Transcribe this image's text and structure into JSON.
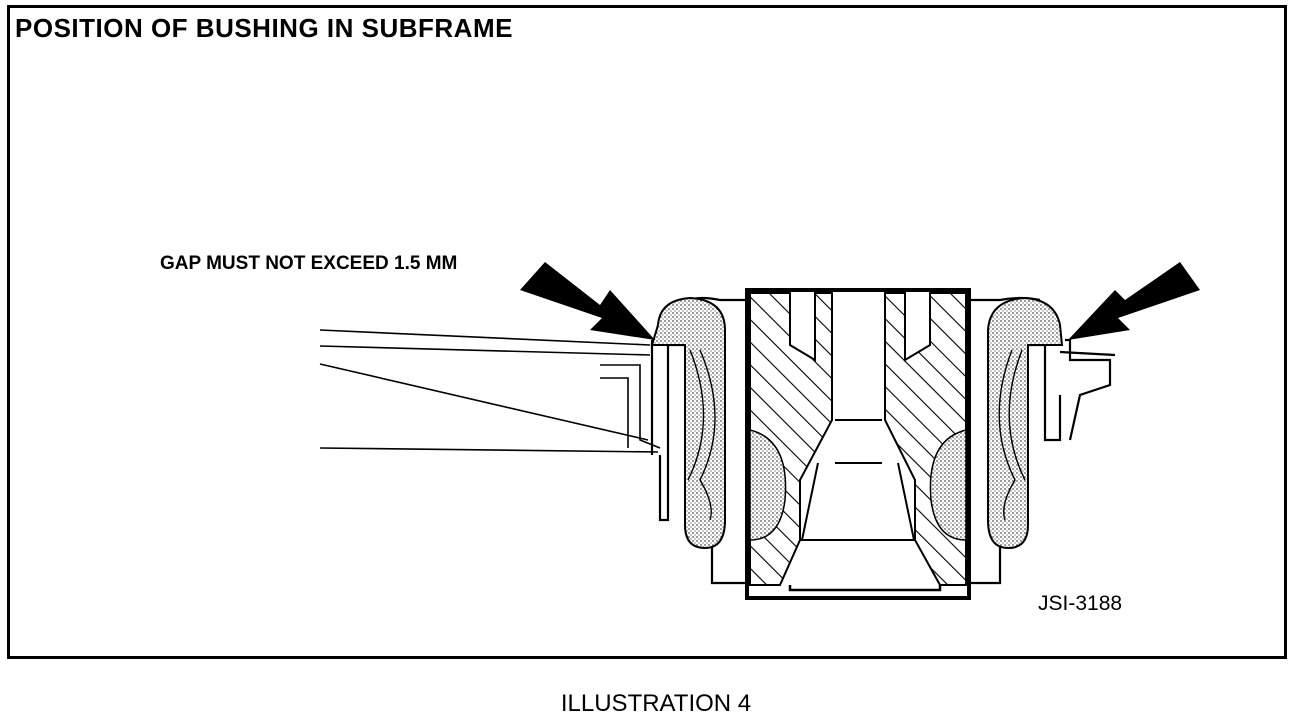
{
  "title": "POSITION OF BUSHING IN SUBFRAME",
  "callout": "GAP MUST NOT EXCEED 1.5 MM",
  "figure_id": "JSI-3188",
  "caption": "ILLUSTRATION 4"
}
